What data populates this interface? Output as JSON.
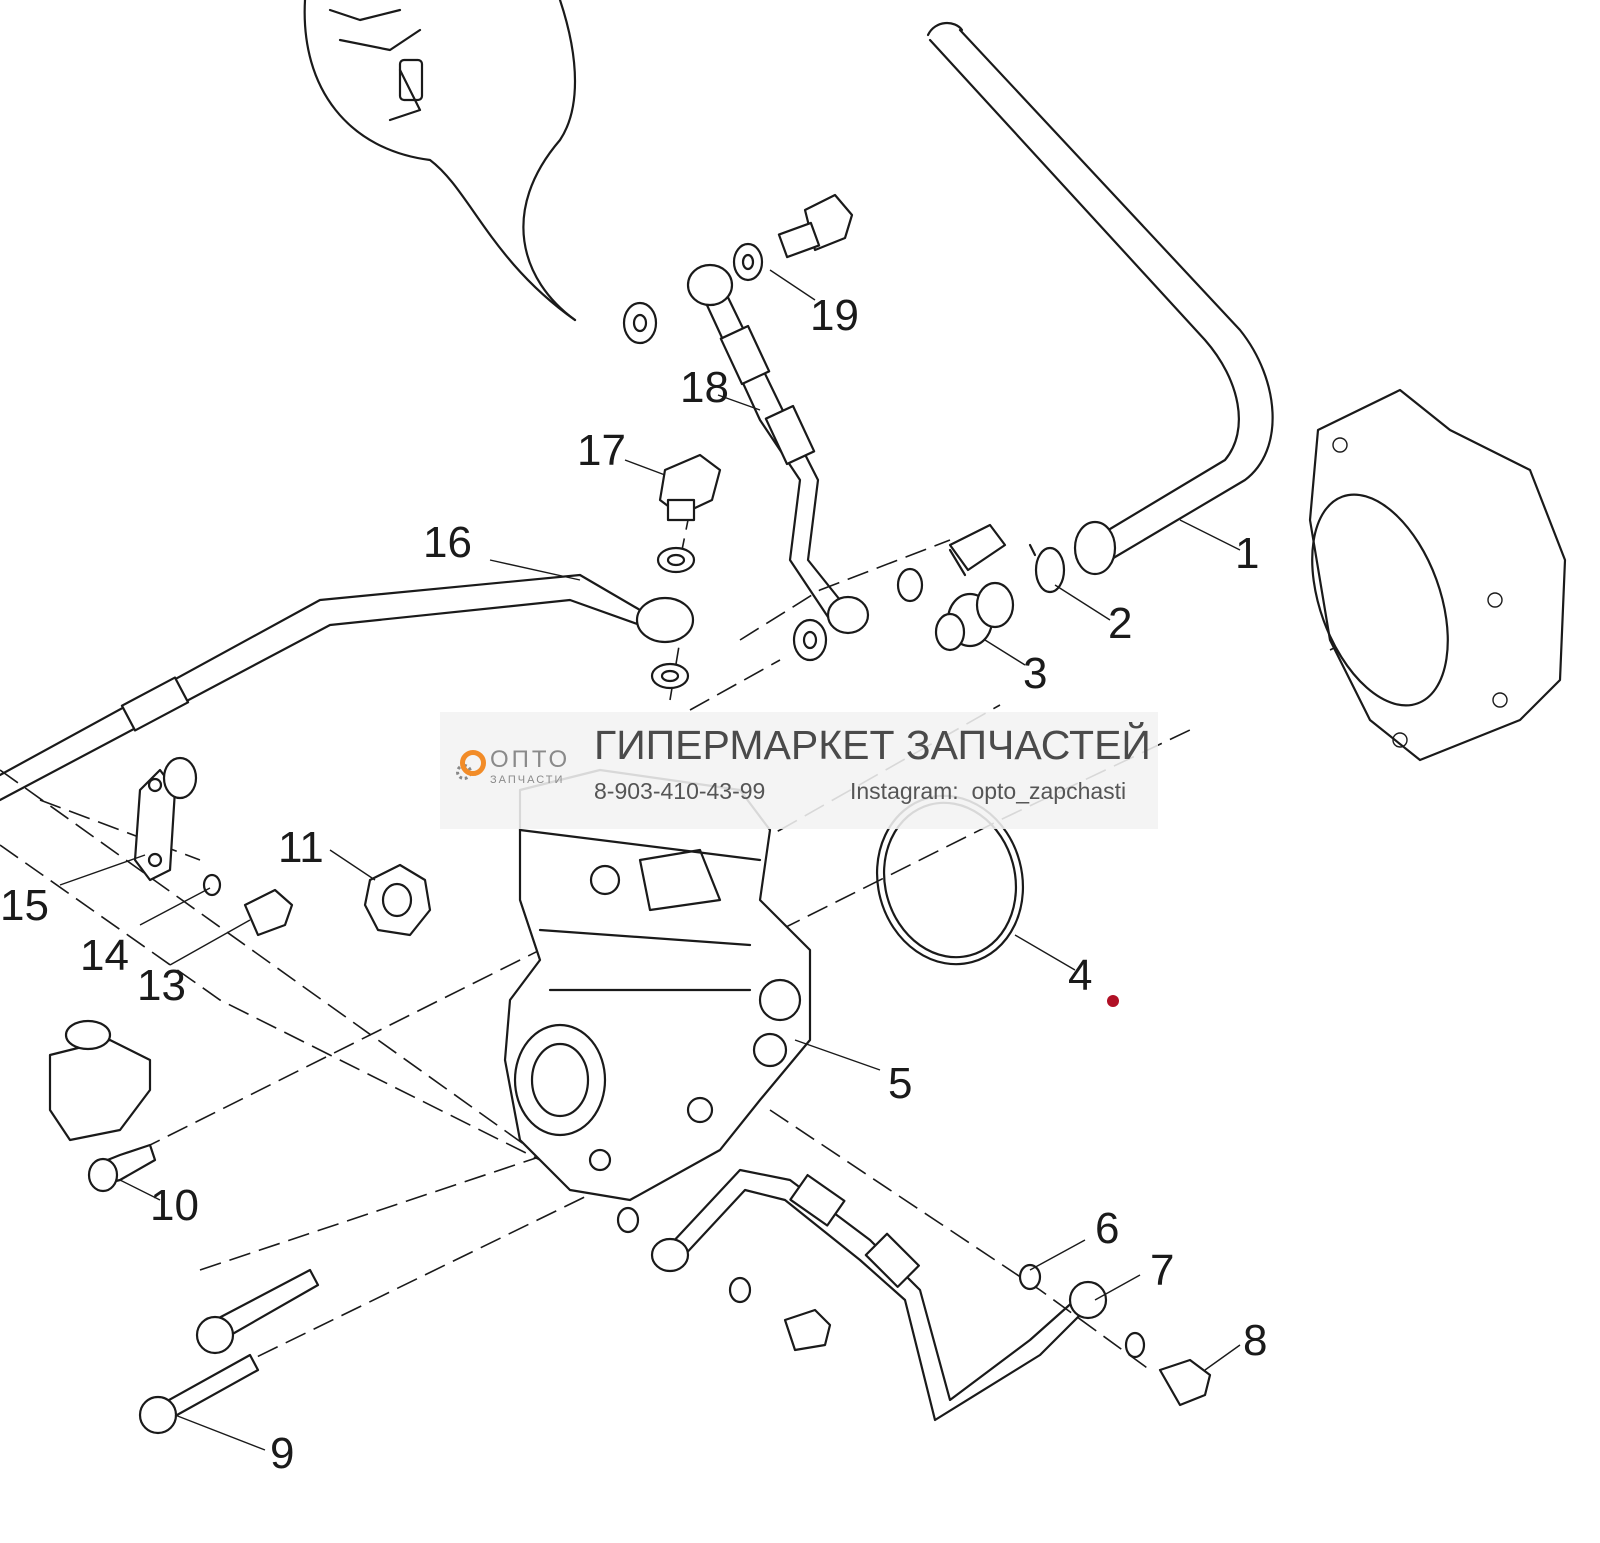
{
  "diagram": {
    "callouts": [
      "1",
      "2",
      "3",
      "4",
      "5",
      "6",
      "7",
      "8",
      "9",
      "10",
      "11",
      "13",
      "14",
      "15",
      "16",
      "17",
      "18",
      "19"
    ]
  },
  "watermark": {
    "logo_top": "ОПТО",
    "logo_bottom": "ЗАПЧАСТИ",
    "title": "ГИПЕРМАРКЕТ ЗАПЧАСТЕЙ",
    "phone": "8-903-410-43-99",
    "instagram_label": "Instagram:",
    "instagram_handle": "opto_zapchasti"
  },
  "colors": {
    "line": "#1a1a1a",
    "logo_accent": "#f28c28",
    "dot": "#b01025"
  }
}
